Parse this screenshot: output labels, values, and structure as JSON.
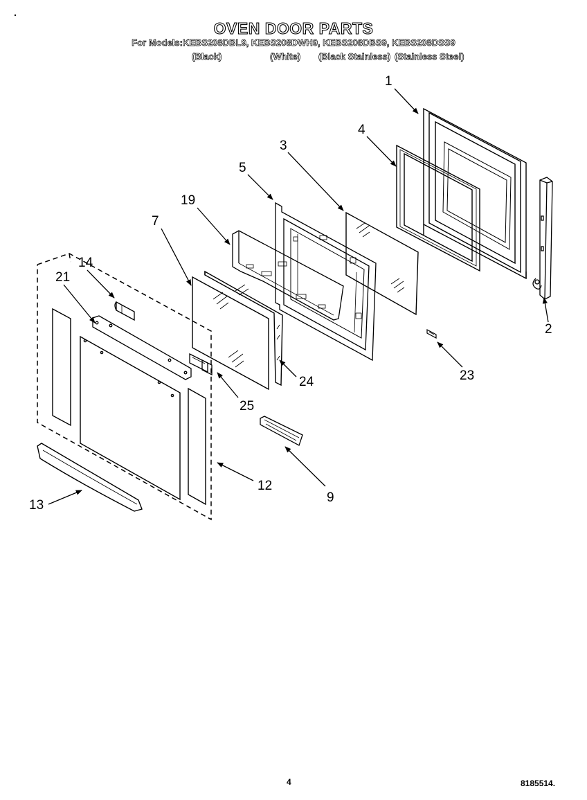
{
  "header": {
    "title": "OVEN DOOR PARTS",
    "models_line": "For Models:KEBS208DBL9, KEBS208DWH9, KEBS208DBS9, KEBS208DSS9",
    "variants": [
      "(Black)",
      "(White)",
      "(Black Stainless)",
      "(Stainless Steel)"
    ]
  },
  "callouts": [
    "1",
    "2",
    "3",
    "4",
    "5",
    "7",
    "9",
    "12",
    "13",
    "14",
    "19",
    "21",
    "23",
    "24",
    "25"
  ],
  "footer": {
    "page_number": "4",
    "doc_number": "8185514."
  }
}
